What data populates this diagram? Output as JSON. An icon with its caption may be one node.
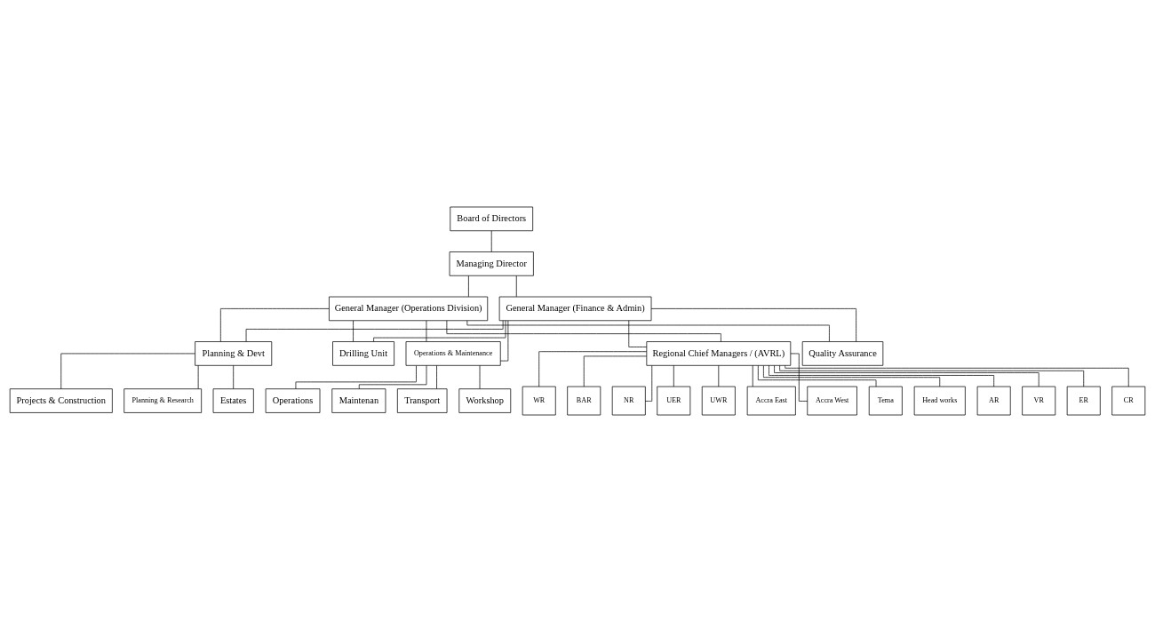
{
  "diagram": {
    "nodes": [
      {
        "text": [
          "Board of Directors"
        ]
      },
      {
        "text": [
          "Managing Director"
        ]
      },
      {
        "text": [
          "General Manager (Operations Division)"
        ]
      },
      {
        "text": [
          "General Manager (Finance & Admin)"
        ]
      },
      {
        "text": [
          "Quality Assurance"
        ]
      },
      {
        "text": [
          "Planning & Devt"
        ]
      },
      {
        "text": [
          "Drilling Unit"
        ]
      },
      {
        "text": [
          "Operations & Maintenance"
        ]
      },
      {
        "text": [
          "Projects & Construction"
        ]
      },
      {
        "text": [
          "Planning & Research"
        ]
      },
      {
        "text": [
          "Estates"
        ]
      },
      {
        "text": [
          "Operations"
        ]
      },
      {
        "text": [
          "Maintenan"
        ]
      },
      {
        "text": [
          "Transport"
        ]
      },
      {
        "text": [
          "Workshop"
        ]
      },
      {
        "text": [
          "Regional Chief Managers / (AVRL)"
        ]
      },
      {
        "text": [
          "Accra East"
        ]
      },
      {
        "text": [
          "Accra West"
        ]
      },
      {
        "text": [
          "Tema"
        ]
      },
      {
        "text": [
          "Head works"
        ]
      },
      {
        "text": [
          "AR"
        ]
      },
      {
        "text": [
          "VR"
        ]
      },
      {
        "text": [
          "ER"
        ]
      },
      {
        "text": [
          "CR"
        ]
      },
      {
        "text": [
          "WR"
        ]
      },
      {
        "text": [
          "BAR"
        ]
      },
      {
        "text": [
          "NR"
        ]
      },
      {
        "text": [
          "UER"
        ]
      },
      {
        "text": [
          "UWR"
        ]
      }
    ],
    "edges": [
      {
        "from": 0,
        "to": 1,
        "arrow": "none"
      },
      {
        "from": 1,
        "to": 2,
        "arrow": "none"
      },
      {
        "from": 1,
        "to": 3,
        "arrow": "none"
      },
      {
        "from": 2,
        "to": 4,
        "arrow": "none"
      },
      {
        "from": 2,
        "to": 5,
        "arrow": "none"
      },
      {
        "from": 2,
        "to": 6,
        "arrow": "none"
      },
      {
        "from": 2,
        "to": 7,
        "arrow": "none"
      },
      {
        "from": 2,
        "to": 15,
        "arrow": "none"
      },
      {
        "from": 3,
        "to": 4,
        "arrow": "none"
      },
      {
        "from": 3,
        "to": 5,
        "arrow": "none"
      },
      {
        "from": 3,
        "to": 6,
        "arrow": "none"
      },
      {
        "from": 3,
        "to": 7,
        "arrow": "none"
      },
      {
        "from": 3,
        "to": 15,
        "arrow": "none"
      },
      {
        "from": 5,
        "to": 8,
        "arrow": "none"
      },
      {
        "from": 5,
        "to": 9,
        "arrow": "none"
      },
      {
        "from": 5,
        "to": 10,
        "arrow": "none"
      },
      {
        "from": 7,
        "to": 11,
        "arrow": "none"
      },
      {
        "from": 7,
        "to": 12,
        "arrow": "none"
      },
      {
        "from": 7,
        "to": 13,
        "arrow": "none"
      },
      {
        "from": 7,
        "to": 14,
        "arrow": "none"
      },
      {
        "from": 15,
        "to": 16,
        "arrow": "none"
      },
      {
        "from": 15,
        "to": 17,
        "arrow": "none"
      },
      {
        "from": 15,
        "to": 18,
        "arrow": "none"
      },
      {
        "from": 15,
        "to": 19,
        "arrow": "none"
      },
      {
        "from": 15,
        "to": 20,
        "arrow": "none"
      },
      {
        "from": 15,
        "to": 21,
        "arrow": "none"
      },
      {
        "from": 15,
        "to": 22,
        "arrow": "none"
      },
      {
        "from": 15,
        "to": 23,
        "arrow": "none"
      },
      {
        "from": 15,
        "to": 24,
        "arrow": "none"
      },
      {
        "from": 15,
        "to": 25,
        "arrow": "none"
      },
      {
        "from": 15,
        "to": 26,
        "arrow": "none"
      },
      {
        "from": 15,
        "to": 27,
        "arrow": "none"
      },
      {
        "from": 15,
        "to": 28,
        "arrow": "none"
      }
    ]
  }
}
